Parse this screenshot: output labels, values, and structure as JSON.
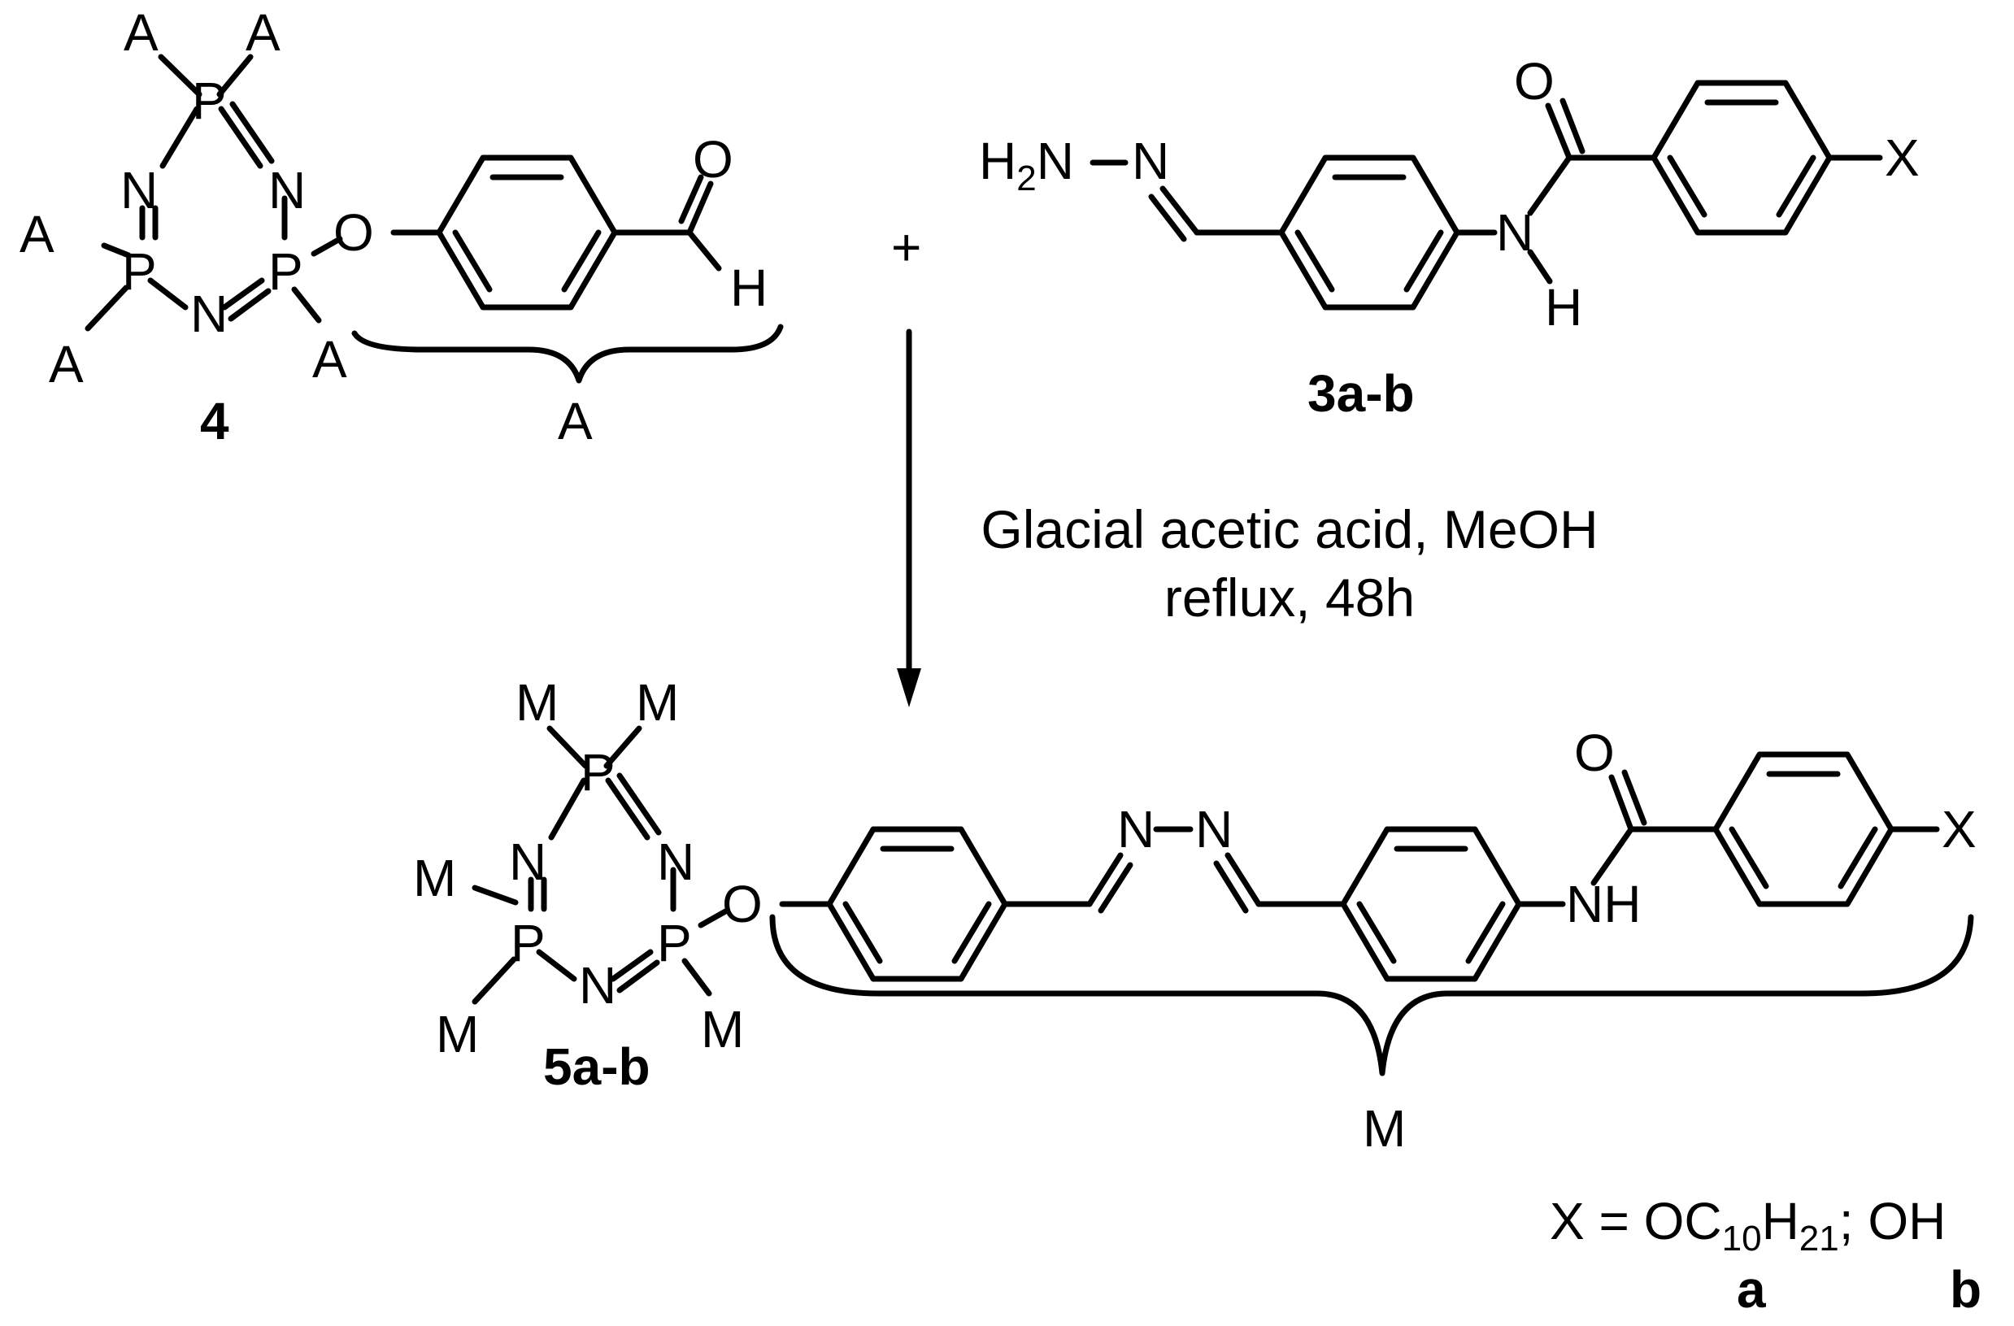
{
  "compounds": {
    "reactant_4": {
      "id": "4",
      "substituent": "A"
    },
    "reactant_3": {
      "id": "3a-b",
      "group_x": "X"
    },
    "product_5": {
      "id": "5a-b",
      "substituent": "M"
    }
  },
  "atoms": {
    "P": "P",
    "N": "N",
    "O": "O",
    "H": "H",
    "NH": "NH",
    "hydrazine_h": "H",
    "hydrazine_sub": "2",
    "hydrazine_n": "N"
  },
  "operator": "+",
  "conditions": {
    "line1": "Glacial acetic acid, MeOH",
    "line2": "reflux, 48h"
  },
  "legend": {
    "prefix": "X = OC",
    "sub1": "10",
    "h": "H",
    "sub2": "21",
    "rest": "; OH",
    "label_a": "a",
    "label_b": "b"
  }
}
